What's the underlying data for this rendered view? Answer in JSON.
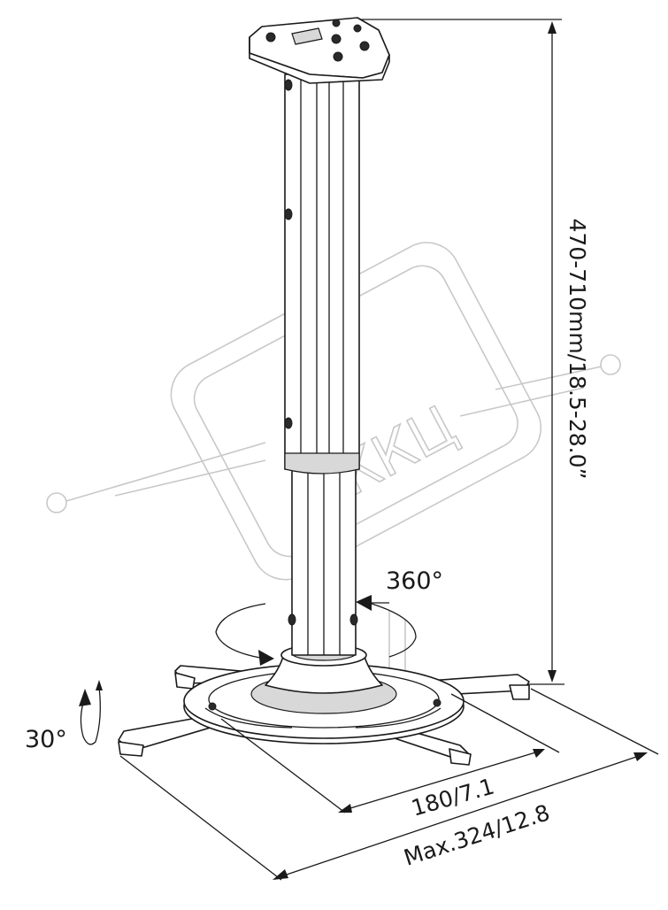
{
  "diagram": {
    "height_dimension": "470-710mm/18.5-28.0”",
    "rotation_label": "360°",
    "tilt_label": "30°",
    "min_span_label": "180/7.1",
    "max_span_label": "Max.324/12.8",
    "watermark_text": "ЖКЦ"
  }
}
